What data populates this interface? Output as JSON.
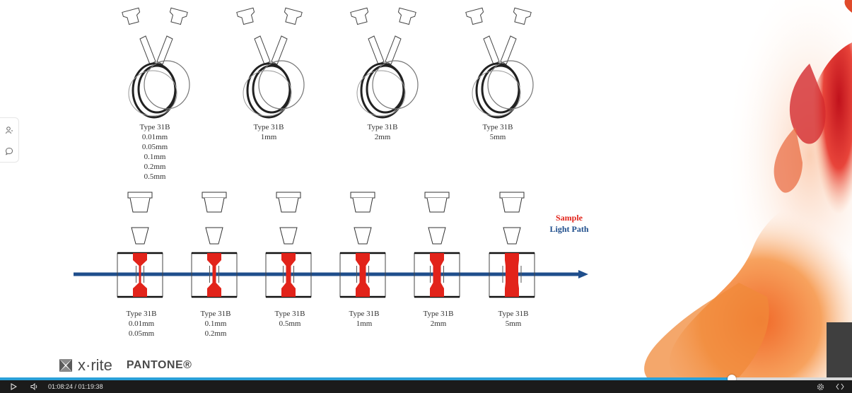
{
  "slide": {
    "top_cells": [
      {
        "lines": [
          "Type 31B",
          "0.01mm",
          "0.05mm",
          "0.1mm",
          "0.2mm",
          "0.5mm"
        ]
      },
      {
        "lines": [
          "Type 31B",
          "1mm"
        ]
      },
      {
        "lines": [
          "Type 31B",
          "2mm"
        ]
      },
      {
        "lines": [
          "Type 31B",
          "5mm"
        ]
      }
    ],
    "bottom_cells": [
      {
        "lines": [
          "Type 31B",
          "0.01mm",
          "0.05mm"
        ]
      },
      {
        "lines": [
          "Type 31B",
          "0.1mm",
          "0.2mm"
        ]
      },
      {
        "lines": [
          "Type 31B",
          "0.5mm"
        ]
      },
      {
        "lines": [
          "Type 31B",
          "1mm"
        ]
      },
      {
        "lines": [
          "Type 31B",
          "2mm"
        ]
      },
      {
        "lines": [
          "Type 31B",
          "5mm"
        ]
      }
    ],
    "legend": {
      "sample": "Sample",
      "light_path": "Light Path"
    },
    "colors": {
      "sample": "#e2231a",
      "light_path": "#1f4e8c"
    },
    "logo": {
      "xrite": "x·rite",
      "pantone": "PANTONE®"
    }
  },
  "sidebar": {
    "icons": [
      "user-icon",
      "comment-icon"
    ]
  },
  "player": {
    "time": "01:08:24 / 01:19:38",
    "progress": 0.859,
    "accent": "#2aa0d8",
    "icons": [
      "play-icon",
      "volume-icon",
      "settings-icon",
      "fullscreen-icon"
    ]
  }
}
